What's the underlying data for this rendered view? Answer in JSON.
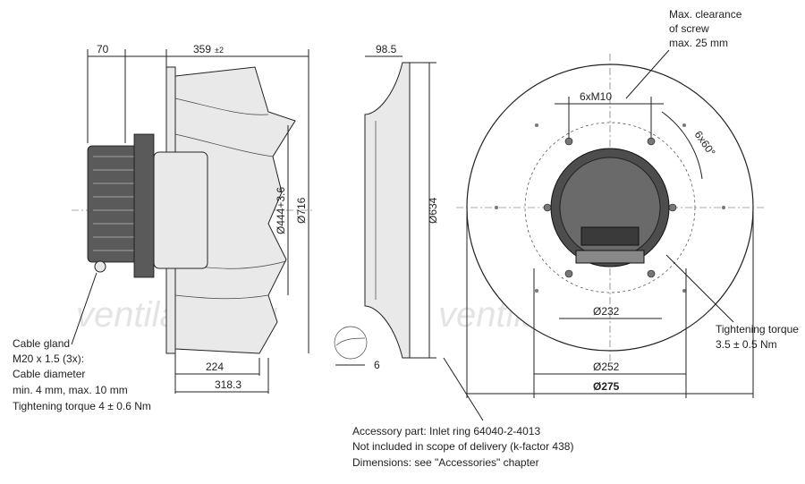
{
  "dimensions": {
    "d70": "70",
    "d359": "359",
    "d359_tol": "±2",
    "d98_5": "98.5",
    "d716": "Ø716",
    "d444": "Ø444+3.6",
    "d634": "Ø634",
    "d224": "224",
    "d318_3": "318.3",
    "d6": "6",
    "d232": "Ø232",
    "d252": "Ø252",
    "d275": "Ø275",
    "screws": "6xM10",
    "angle": "6x60°"
  },
  "notes": {
    "clearance": [
      "Max. clearance",
      "of screw",
      "max. 25 mm"
    ],
    "cable_gland": [
      "Cable gland",
      "M20 x 1.5 (3x):",
      "Cable diameter",
      "min. 4 mm, max. 10 mm",
      "Tightening torque 4 ± 0.6 Nm"
    ],
    "torque": [
      "Tightening torque",
      "3.5 ± 0.5 Nm"
    ],
    "accessory": [
      "Accessory part: Inlet ring 64040-2-4013",
      "Not included in scope of delivery (k-factor 438)",
      "Dimensions: see \"Accessories\" chapter"
    ]
  },
  "watermark": "ventilatory.ru"
}
